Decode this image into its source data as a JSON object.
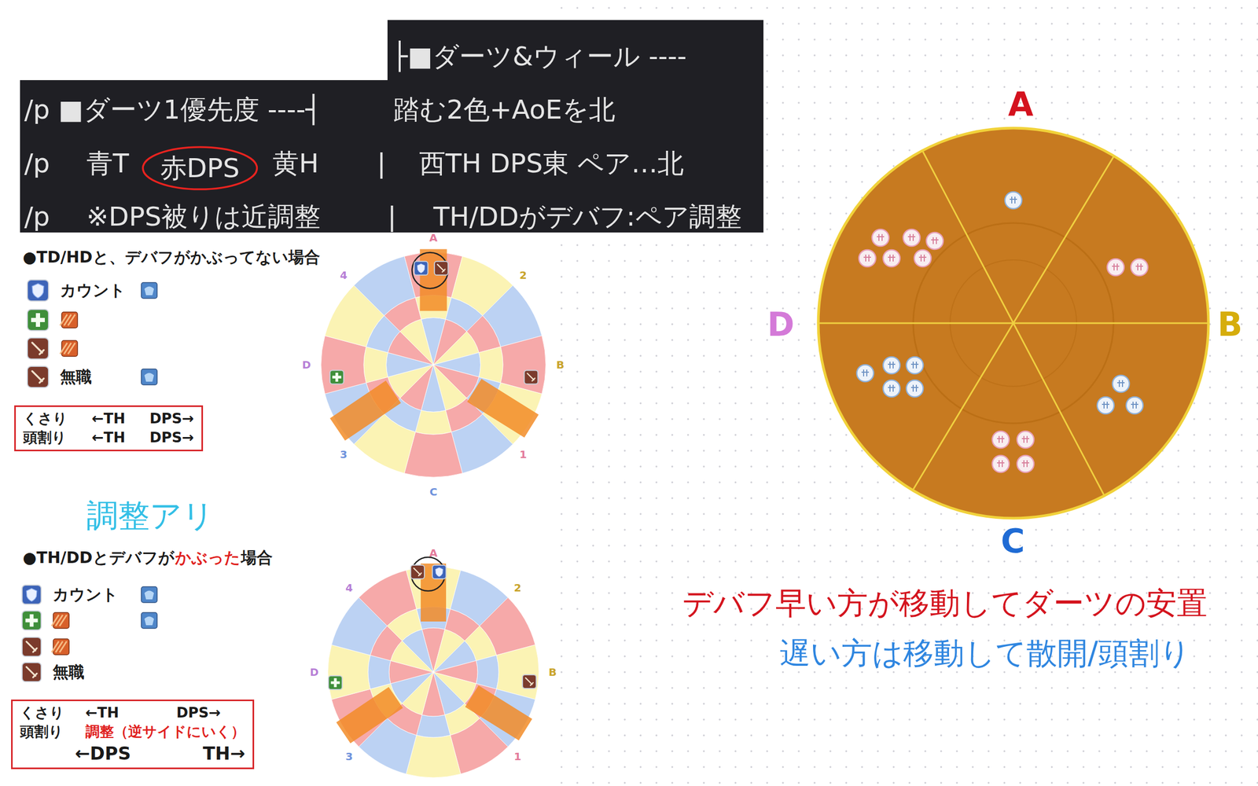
{
  "diagram": {
    "nodes": [
      {
        "text": [
          "├■ダーツ&ウィール ----",
          "/p ■ダーツ1優先度 ----┤",
          "踏む2色+AoEを北",
          "/p",
          "青T",
          "黄H",
          "|",
          "西TH DPS東 ペア…北",
          "/p",
          "※DPS被りは近調整",
          "|",
          "TH/DDがデバフ:ペア調整"
        ]
      },
      {
        "text": [
          "赤DPS"
        ],
        "in": 0
      },
      {
        "text": [
          "くさり",
          "←TH",
          "DPS→",
          "頭割り",
          "←TH",
          "DPS→"
        ]
      },
      {
        "text": [
          "くさり",
          "←TH",
          "DPS→",
          "頭割り",
          "調整（逆サイドにいく）",
          "←DPS",
          "TH→"
        ]
      }
    ],
    "labels": [
      "●TD/HDと、デバフがかぶってない場合",
      "カウント",
      "無職",
      "A",
      "2",
      "B",
      "1",
      "C",
      "3",
      "D",
      "4",
      "調整アリ",
      "●TH/DDとデバフが",
      "かぶった",
      "場合",
      "カウント",
      "無職",
      "A",
      "2",
      "B",
      "1",
      "3",
      "D",
      "4",
      "A",
      "B",
      "C",
      "D",
      "デバフ早い方が移動してダーツの安置",
      "遅い方は移動して散開/頭割り"
    ]
  }
}
